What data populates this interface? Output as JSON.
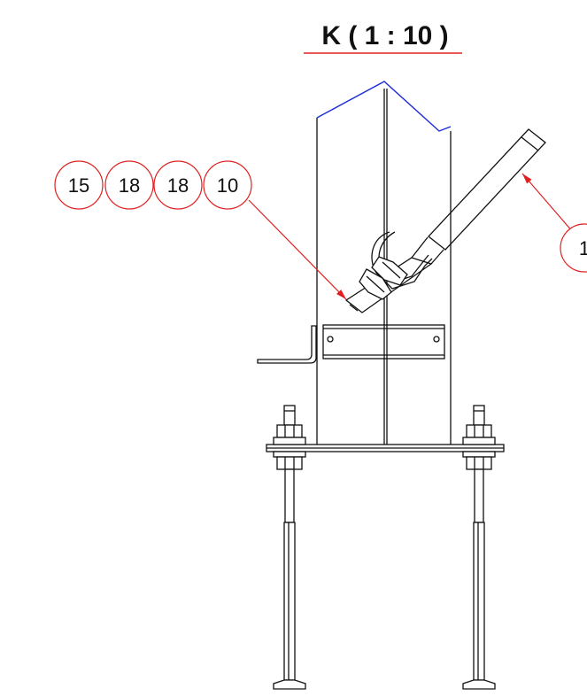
{
  "view": {
    "title": "K ( 1 : 10 )"
  },
  "balloons": [
    {
      "id": "b1",
      "text": "15"
    },
    {
      "id": "b2",
      "text": "18"
    },
    {
      "id": "b3",
      "text": "18"
    },
    {
      "id": "b4",
      "text": "10"
    },
    {
      "id": "b5",
      "text": "1"
    }
  ],
  "colors": {
    "outline": "#111111",
    "leader": "#e02020",
    "breakline": "#1a2bd8",
    "title_underline": "#e02020"
  }
}
